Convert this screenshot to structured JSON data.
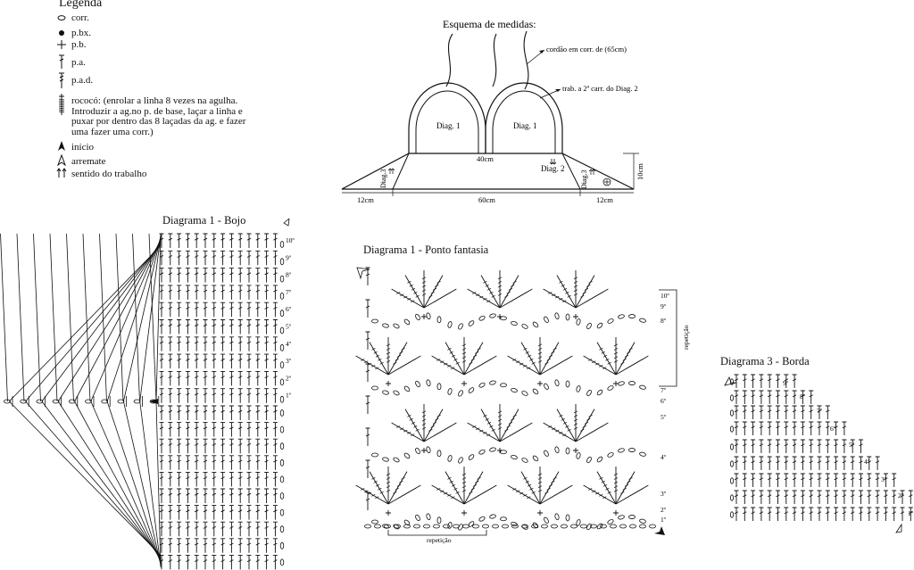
{
  "legend": {
    "title": "Legenda",
    "items": [
      {
        "icon": "chain-oval-icon",
        "label": "corr."
      },
      {
        "icon": "slip-stitch-dot-icon",
        "label": "p.bx."
      },
      {
        "icon": "single-crochet-plus-icon",
        "label": "p.b."
      },
      {
        "icon": "double-crochet-icon",
        "label": "p.a."
      },
      {
        "icon": "treble-crochet-icon",
        "label": "p.a.d."
      },
      {
        "icon": "bullion-stitch-icon",
        "label": "rococó: (enrolar a linha 8 vezes na agulha. Introduzir a ag.no p. de base, laçar a linha e puxar por dentro das 8 laçadas da ag. e fazer uma fazer uma corr.)"
      },
      {
        "icon": "start-arrow-icon",
        "label": "início"
      },
      {
        "icon": "finish-arrow-icon",
        "label": "arremate"
      },
      {
        "icon": "work-direction-arrows-icon",
        "label": "sentido do trabalho"
      }
    ]
  },
  "schema": {
    "title": "Esquema de medidas:",
    "cord_note": "cordão em corr. de (65cm)",
    "work_note": "trab. a 2ª carr. do Diag. 2",
    "cup_left": "Diag. 1",
    "cup_right": "Diag. 1",
    "band_label": "Diag. 2",
    "side_left": "Diag.3",
    "side_right": "Diag.3",
    "dim_cups": "40cm",
    "dim_height": "10cm",
    "dim_left": "12cm",
    "dim_center": "60cm",
    "dim_right": "12cm"
  },
  "diagram_bojo": {
    "title": "Diagrama 1 - Bojo",
    "rows": [
      "10º",
      "9º",
      "8º",
      "7º",
      "6º",
      "5º",
      "4º",
      "3º",
      "2º",
      "1º"
    ]
  },
  "diagram_fantasia": {
    "title": "Diagrama 1 - Ponto fantasia",
    "rows": [
      "10º",
      "9º",
      "8º",
      "7º",
      "6º",
      "5º",
      "4º",
      "3º",
      "2º",
      "1º"
    ],
    "repeat_label_side": "repetição",
    "repeat_label_bottom": "repetição"
  },
  "diagram_borda": {
    "title": "Diagrama 3 - Borda",
    "rows": [
      "9º",
      "8º",
      "7º",
      "6º",
      "5º",
      "4º",
      "3º",
      "2º",
      "1º"
    ]
  }
}
